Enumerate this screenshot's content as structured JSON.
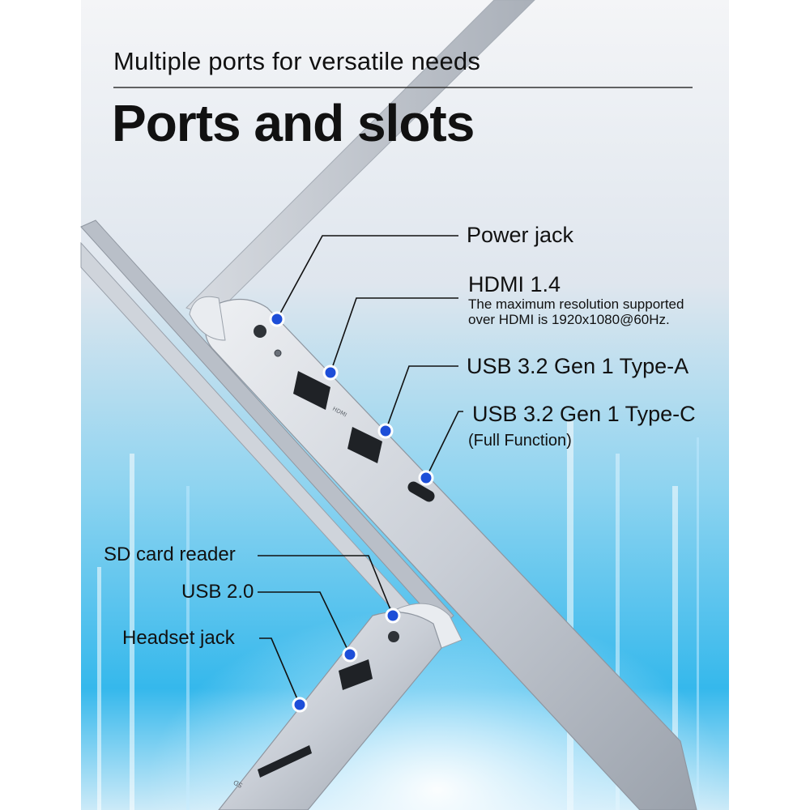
{
  "header": {
    "subtitle": "Multiple ports for versatile needs",
    "title": "Ports and slots"
  },
  "callouts": {
    "power_jack": "Power jack",
    "hdmi": "HDMI 1.4",
    "hdmi_note_line1": "The maximum resolution supported",
    "hdmi_note_line2": "over HDMI is 1920x1080@60Hz.",
    "usb_a": "USB 3.2 Gen 1 Type-A",
    "usb_c": "USB 3.2 Gen 1 Type-C",
    "usb_c_note": "(Full Function)",
    "sd_card": "SD card reader",
    "usb2": "USB 2.0",
    "headset": "Headset jack"
  },
  "port_markings": {
    "hdmi": "HDMI",
    "sd": "SD"
  },
  "colors": {
    "accent_dot": "#1d4ed8",
    "text": "#111111",
    "laptop_silver": "#c9ced6"
  }
}
